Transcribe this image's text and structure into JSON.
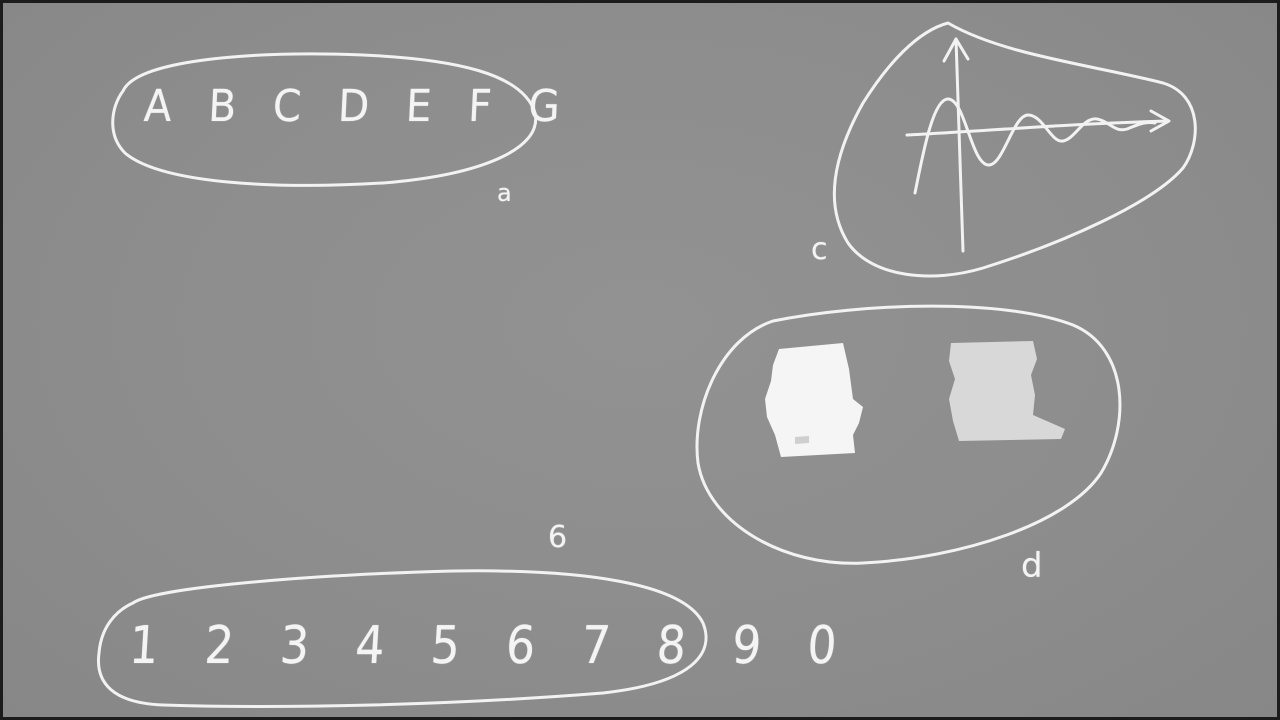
{
  "regions": {
    "a": {
      "label": "a",
      "content": "A B C D E F G"
    },
    "b": {
      "label": "6",
      "content": "1 2 3 4 5 6 7 8 9 0"
    },
    "c": {
      "label": "c"
    },
    "d": {
      "label": "d"
    }
  },
  "colors": {
    "board": "#8f8f8f",
    "chalk": "#f4f4f4",
    "frame": "#1c1c1c"
  }
}
